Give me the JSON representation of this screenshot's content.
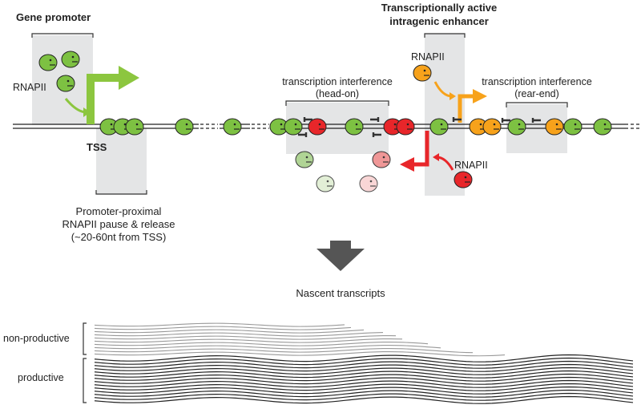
{
  "labels": {
    "gene_promoter": "Gene promoter",
    "enhancer_line1": "Transcriptionally active",
    "enhancer_line2": "intragenic enhancer",
    "rnapii_left": "RNAPII",
    "rnapii_orange": "RNAPII",
    "rnapii_red": "RNAPII",
    "tss": "TSS",
    "interference_headon_line1": "transcription interference",
    "interference_headon_line2": "(head-on)",
    "interference_rearend_line1": "transcription interference",
    "interference_rearend_line2": "(rear-end)",
    "pause_line1": "Promoter-proximal",
    "pause_line2": "RNAPII pause & release",
    "pause_line3": "(~20-60nt from TSS)",
    "nascent": "Nascent transcripts",
    "non_productive": "non-productive",
    "productive": "productive"
  },
  "colors": {
    "green": "#7dc142",
    "green_arrow": "#8cc63f",
    "orange": "#f7a21b",
    "red": "#e8262a",
    "gray_box": "#e4e5e6",
    "bar": "#333333",
    "big_arrow": "#555555",
    "nonproductive_line": "#999999",
    "productive_line": "#222222"
  }
}
